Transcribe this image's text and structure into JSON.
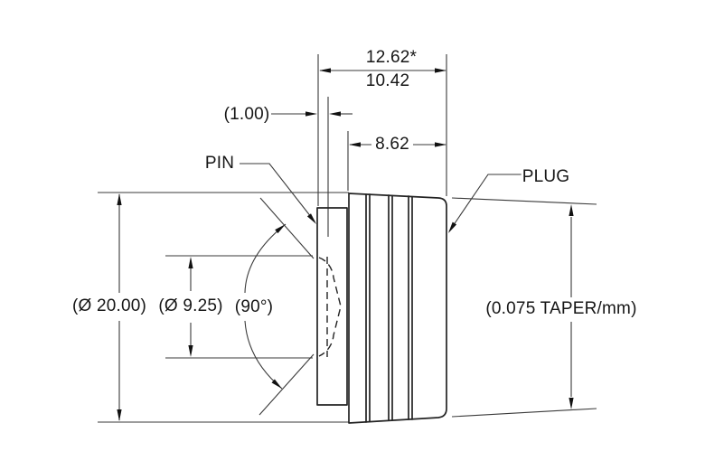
{
  "drawing": {
    "title": "pin-and-plug-taper-gauge-drawing",
    "labels": {
      "pin": "PIN",
      "plug": "PLUG"
    },
    "dimensions": {
      "overall_length": "12.62*",
      "length_to_gauge_plane": "10.42",
      "plug_length": "8.62",
      "pin_wall_thickness": "(1.00)",
      "outer_diameter": "(Ø 20.00)",
      "cone_base_diameter": "(Ø 9.25)",
      "cone_included_angle": "(90°)",
      "taper_rate": "(0.075 TAPER/mm)"
    },
    "colors": {
      "line": "#232323",
      "thin_line": "#3a3a3a",
      "text": "#161616",
      "background": "#ffffff"
    }
  }
}
